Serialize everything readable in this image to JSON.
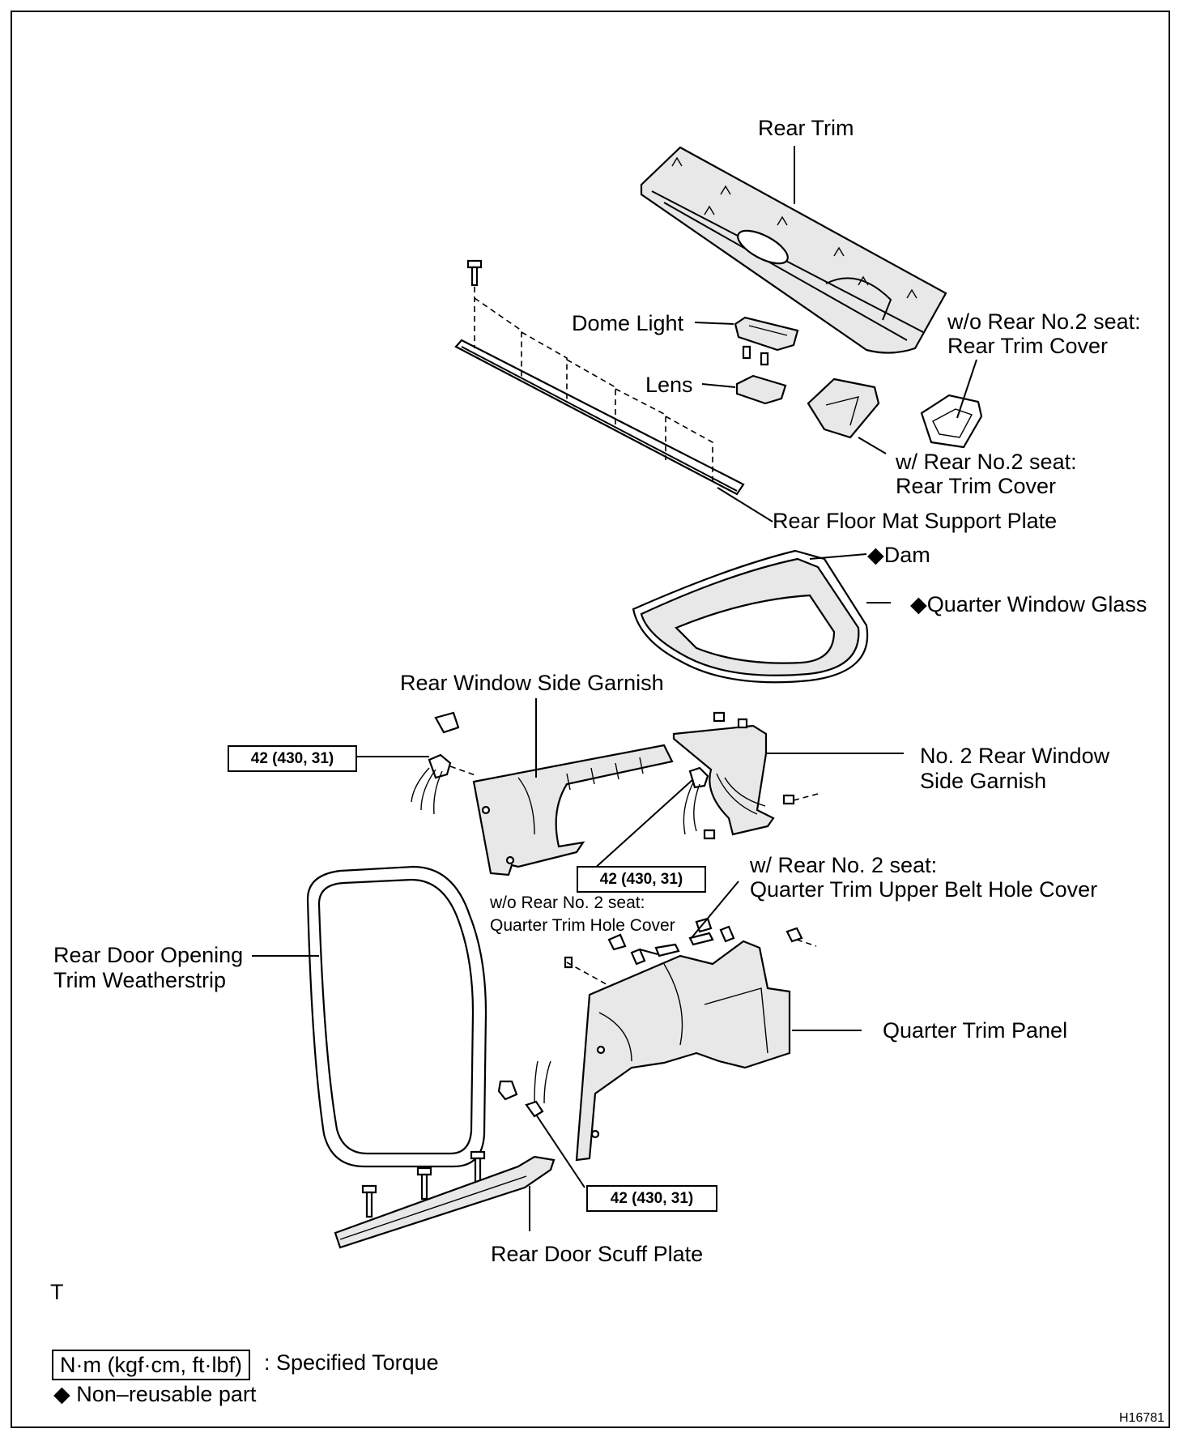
{
  "labels": {
    "rear_trim": "Rear Trim",
    "dome_light": "Dome Light",
    "lens": "Lens",
    "wo_rear_no2_seat_rear_trim_cover_line1": "w/o Rear No.2 seat:",
    "wo_rear_no2_seat_rear_trim_cover_line2": "Rear Trim Cover",
    "w_rear_no2_seat_rear_trim_cover_line1": "w/ Rear No.2 seat:",
    "w_rear_no2_seat_rear_trim_cover_line2": "Rear Trim Cover",
    "rear_floor_mat_support_plate": "Rear Floor Mat Support Plate",
    "dam": "◆Dam",
    "quarter_window_glass": "◆Quarter Window Glass",
    "rear_window_side_garnish": "Rear Window Side Garnish",
    "no2_rear_window_side_garnish_line1": "No. 2 Rear Window",
    "no2_rear_window_side_garnish_line2": "Side Garnish",
    "w_rear_no2_seat_belt_hole_cover_line1": "w/ Rear No. 2 seat:",
    "w_rear_no2_seat_belt_hole_cover_line2": "Quarter Trim Upper Belt Hole Cover",
    "wo_rear_no2_seat_hole_cover_line1": "w/o Rear No. 2 seat:",
    "wo_rear_no2_seat_hole_cover_line2": "Quarter Trim Hole Cover",
    "rear_door_opening_trim_weatherstrip_line1": "Rear Door Opening",
    "rear_door_opening_trim_weatherstrip_line2": "Trim Weatherstrip",
    "quarter_trim_panel": "Quarter Trim Panel",
    "rear_door_scuff_plate": "Rear Door Scuff Plate",
    "t_mark": "T"
  },
  "torques": [
    {
      "id": "garnish-bolt-left",
      "value": "42 (430, 31)"
    },
    {
      "id": "garnish-bolt-center",
      "value": "42 (430, 31)"
    },
    {
      "id": "scuff-plate-bolt",
      "value": "42 (430, 31)"
    }
  ],
  "legend": {
    "torque_unit": "N·m (kgf·cm, ft·lbf)",
    "torque_desc": ": Specified Torque",
    "nonreusable": "◆ Non–reusable part"
  },
  "figure_code": "H16781"
}
